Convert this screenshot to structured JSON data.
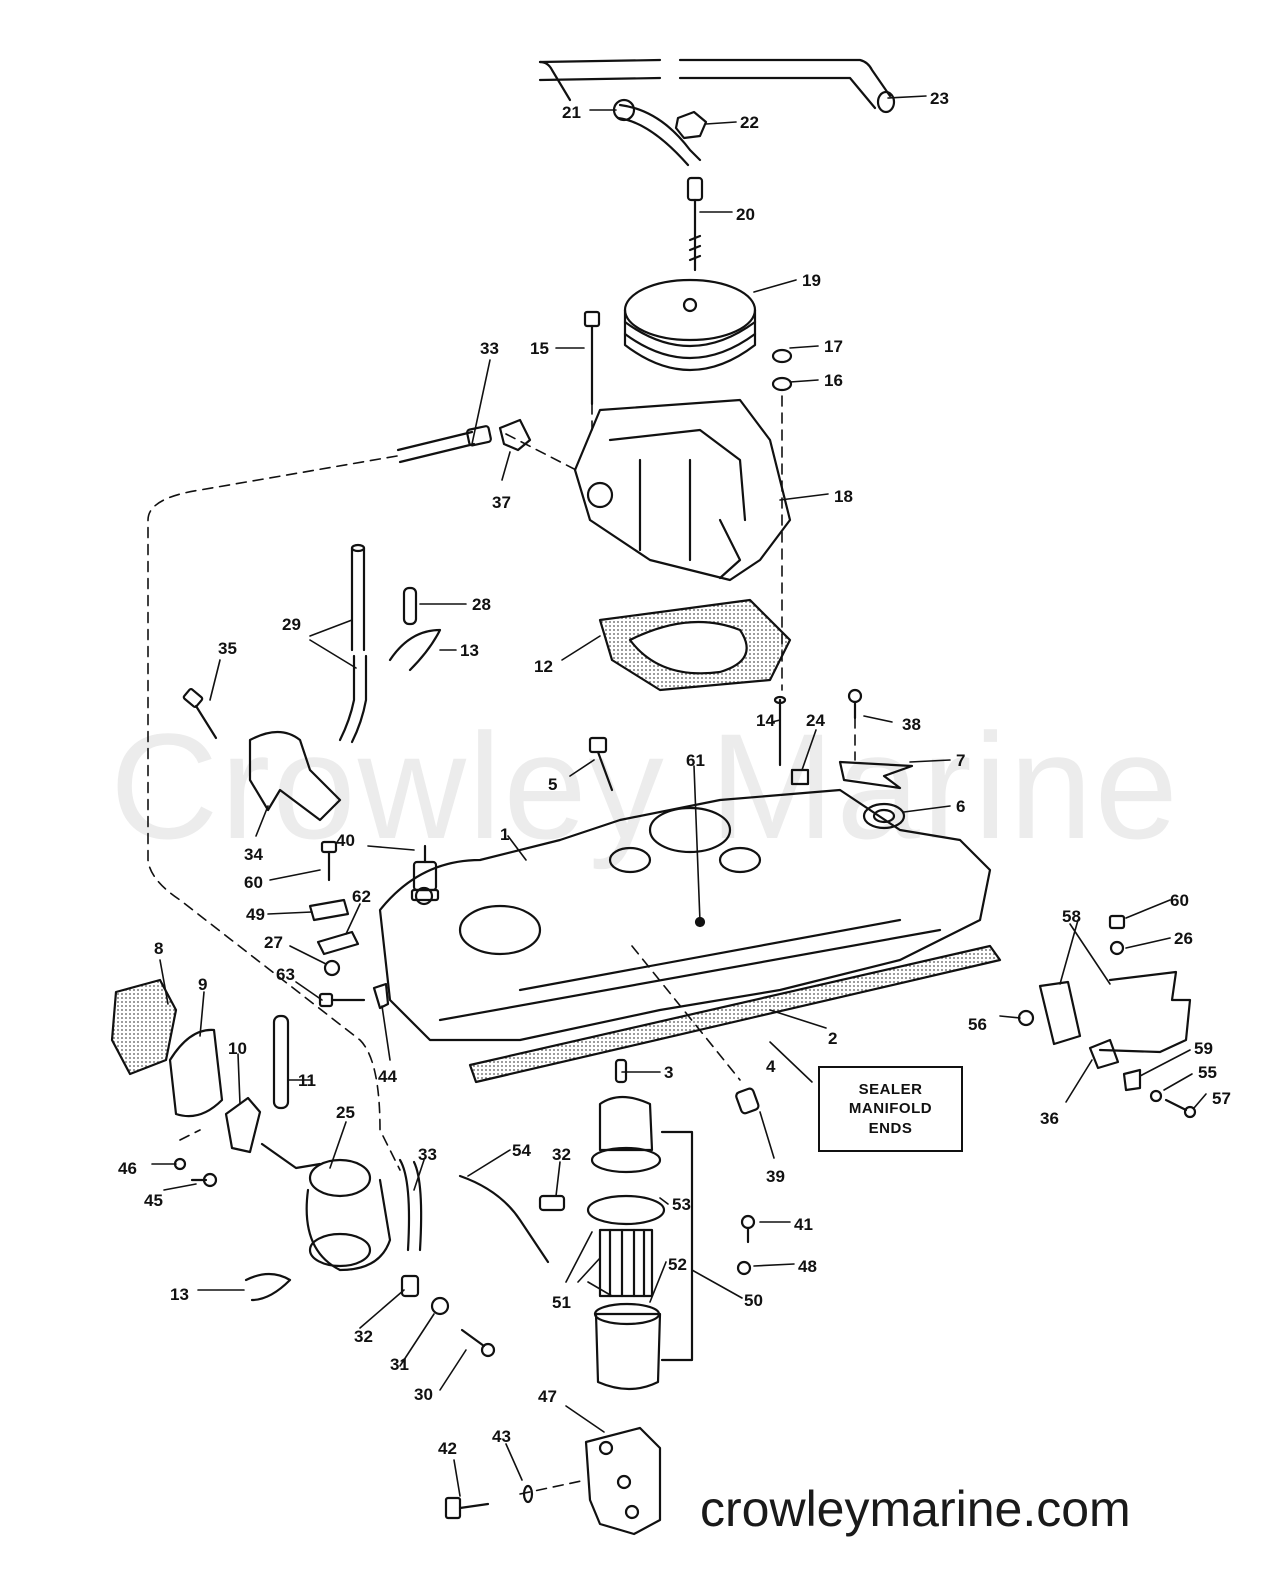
{
  "watermark": "Crowley Marine",
  "site": "crowleymarine.com",
  "note": "SEALER\nMANIFOLD\nENDS",
  "part_numbers": [
    "1",
    "2",
    "3",
    "4",
    "5",
    "6",
    "7",
    "8",
    "9",
    "10",
    "11",
    "12",
    "13",
    "13",
    "14",
    "15",
    "16",
    "17",
    "18",
    "19",
    "20",
    "21",
    "22",
    "23",
    "24",
    "25",
    "26",
    "27",
    "28",
    "29",
    "30",
    "31",
    "32",
    "32",
    "33",
    "33",
    "34",
    "35",
    "36",
    "37",
    "38",
    "39",
    "40",
    "41",
    "42",
    "43",
    "44",
    "45",
    "46",
    "47",
    "48",
    "49",
    "50",
    "51",
    "52",
    "53",
    "54",
    "55",
    "56",
    "57",
    "58",
    "59",
    "60",
    "60",
    "61",
    "62",
    "63"
  ],
  "colors": {
    "line": "#111111",
    "watermark": "#ececec",
    "shade": "#555555"
  }
}
